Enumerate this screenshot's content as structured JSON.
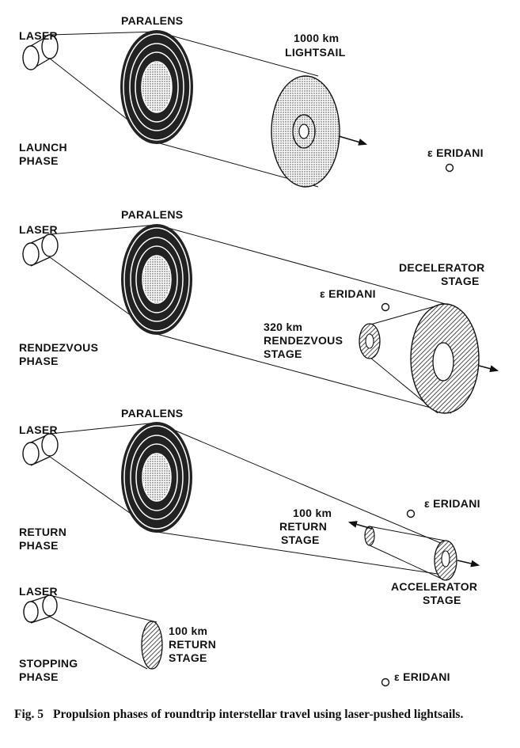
{
  "panels": [
    {
      "laser_label": "LASER",
      "paralens_label": "PARALENS",
      "phase_label": [
        "LAUNCH",
        "PHASE"
      ],
      "sail_label": [
        "1000 km",
        "LIGHTSAIL"
      ],
      "star_label": "ε ERIDANI"
    },
    {
      "laser_label": "LASER",
      "paralens_label": "PARALENS",
      "phase_label": [
        "RENDEZVOUS",
        "PHASE"
      ],
      "stage_label": [
        "320 km",
        "RENDEZVOUS",
        "STAGE"
      ],
      "decel_label": [
        "DECELERATOR",
        "STAGE"
      ],
      "star_label": "ε ERIDANI"
    },
    {
      "laser_label": "LASER",
      "paralens_label": "PARALENS",
      "phase_label": [
        "RETURN",
        "PHASE"
      ],
      "stage_label": [
        "100 km",
        "RETURN",
        "STAGE"
      ],
      "accel_label": [
        "ACCELERATOR",
        "STAGE"
      ],
      "star_label": "ε ERIDANI"
    },
    {
      "laser_label": "LASER",
      "phase_label": [
        "STOPPING",
        "PHASE"
      ],
      "stage_label": [
        "100 km",
        "RETURN",
        "STAGE"
      ],
      "star_label": "ε ERIDANI"
    }
  ],
  "caption": {
    "number": "Fig. 5",
    "text": "Propulsion phases of roundtrip interstellar travel using laser-pushed lightsails."
  }
}
